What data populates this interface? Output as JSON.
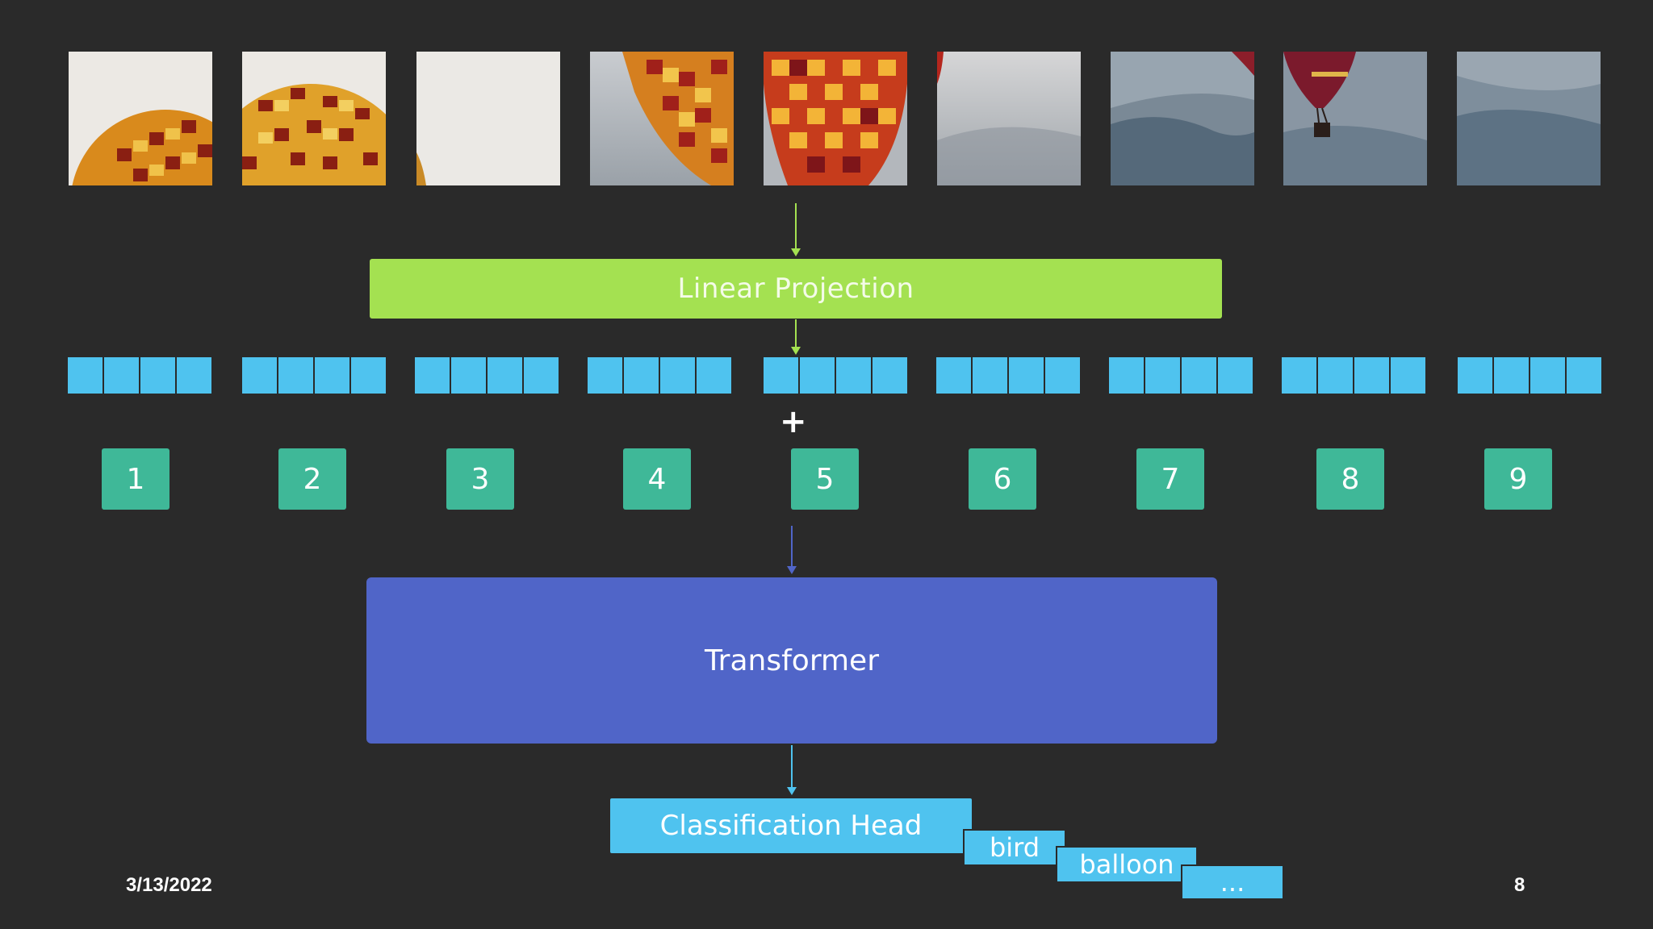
{
  "diagram": {
    "linear_projection_label": "Linear Projection",
    "plus_symbol": "+",
    "positions": [
      "1",
      "2",
      "3",
      "4",
      "5",
      "6",
      "7",
      "8",
      "9"
    ],
    "transformer_label": "Transformer",
    "classification_head_label": "Classification Head",
    "class_outputs": [
      "bird",
      "balloon",
      "..."
    ]
  },
  "footer": {
    "date": "3/13/2022",
    "page_number": "8"
  },
  "colors": {
    "background": "#2a2a2a",
    "linear_projection": "#a4e151",
    "embedding": "#4fc3ef",
    "position": "#3fb898",
    "transformer": "#5065c8",
    "classification_head": "#4fc3ef"
  }
}
